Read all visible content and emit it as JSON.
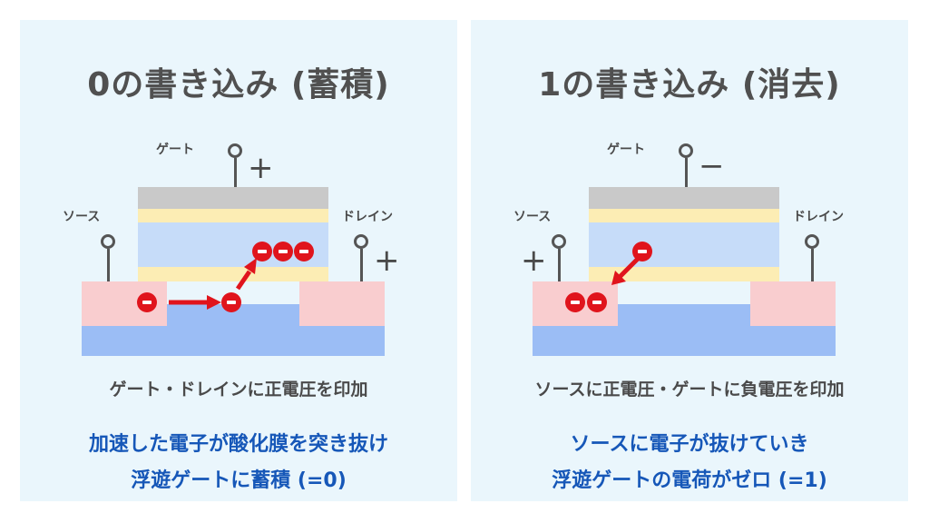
{
  "colors": {
    "panel_bg": "#eaf6fc",
    "substrate": "#9bbdf5",
    "source_drain": "#f9cdcf",
    "gate": "#c9c9c9",
    "oxide": "#fcedb4",
    "floating_gate": "#c6dcf9",
    "electron": "#e0141c",
    "note_text": "#1657b8"
  },
  "left": {
    "title": "0の書き込み (蓄積)",
    "gate_label": "ゲート",
    "gate_sign": "+",
    "source_label": "ソース",
    "source_sign": "",
    "drain_label": "ドレイン",
    "drain_sign": "+",
    "caption": "ゲート・ドレインに正電圧を印加",
    "note_line1": "加速した電子が酸化膜を突き抜け",
    "note_line2": "浮遊ゲートに蓄積 (=0)"
  },
  "right": {
    "title": "1の書き込み (消去)",
    "gate_label": "ゲート",
    "gate_sign": "−",
    "source_label": "ソース",
    "source_sign": "+",
    "drain_label": "ドレイン",
    "drain_sign": "",
    "caption": "ソースに正電圧・ゲートに負電圧を印加",
    "note_line1": "ソースに電子が抜けていき",
    "note_line2": "浮遊ゲートの電荷がゼロ (=1)"
  }
}
